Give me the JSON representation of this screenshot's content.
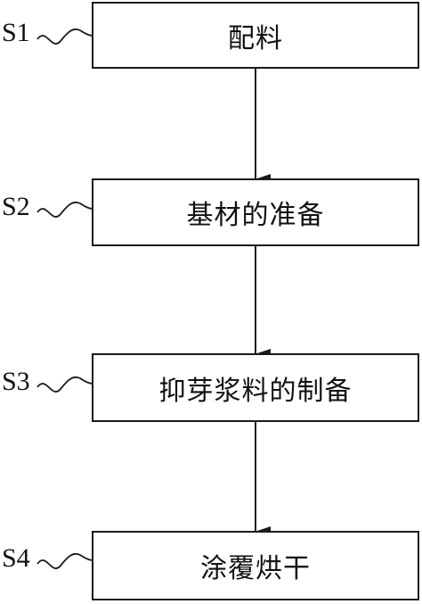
{
  "steps": [
    {
      "label": "S1",
      "text": "配料"
    },
    {
      "label": "S2",
      "text": "基材的准备"
    },
    {
      "label": "S3",
      "text": "抑芽浆料的制备"
    },
    {
      "label": "S4",
      "text": "涂覆烘干"
    }
  ],
  "colors": {
    "line": "#1a1a1a",
    "text": "#111111",
    "background": "#ffffff"
  }
}
